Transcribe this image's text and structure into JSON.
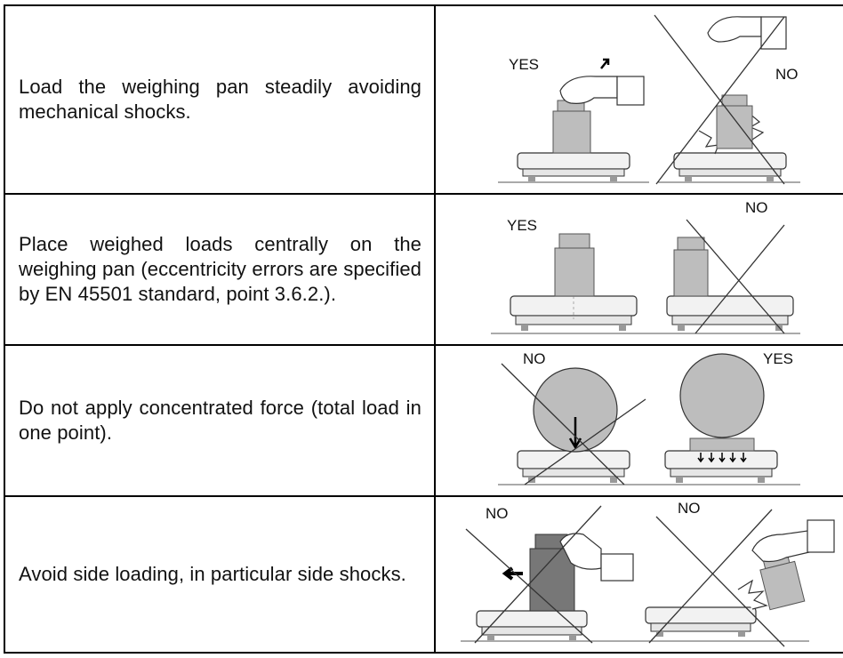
{
  "rows": [
    {
      "text": "Load the weighing pan steadily avoiding mechanical shocks.",
      "labels": {
        "left": "YES",
        "right": "NO"
      }
    },
    {
      "text": "Place weighed loads centrally on the weighing pan (eccentricity errors are specified by EN 45501 standard, point 3.6.2.).",
      "labels": {
        "left": "YES",
        "right": "NO"
      }
    },
    {
      "text": "Do not apply concentrated force (total load in one point).",
      "labels": {
        "left": "NO",
        "right": "YES"
      }
    },
    {
      "text": "Avoid side loading, in particular side shocks.",
      "labels": {
        "left": "NO",
        "right": "NO"
      }
    }
  ]
}
